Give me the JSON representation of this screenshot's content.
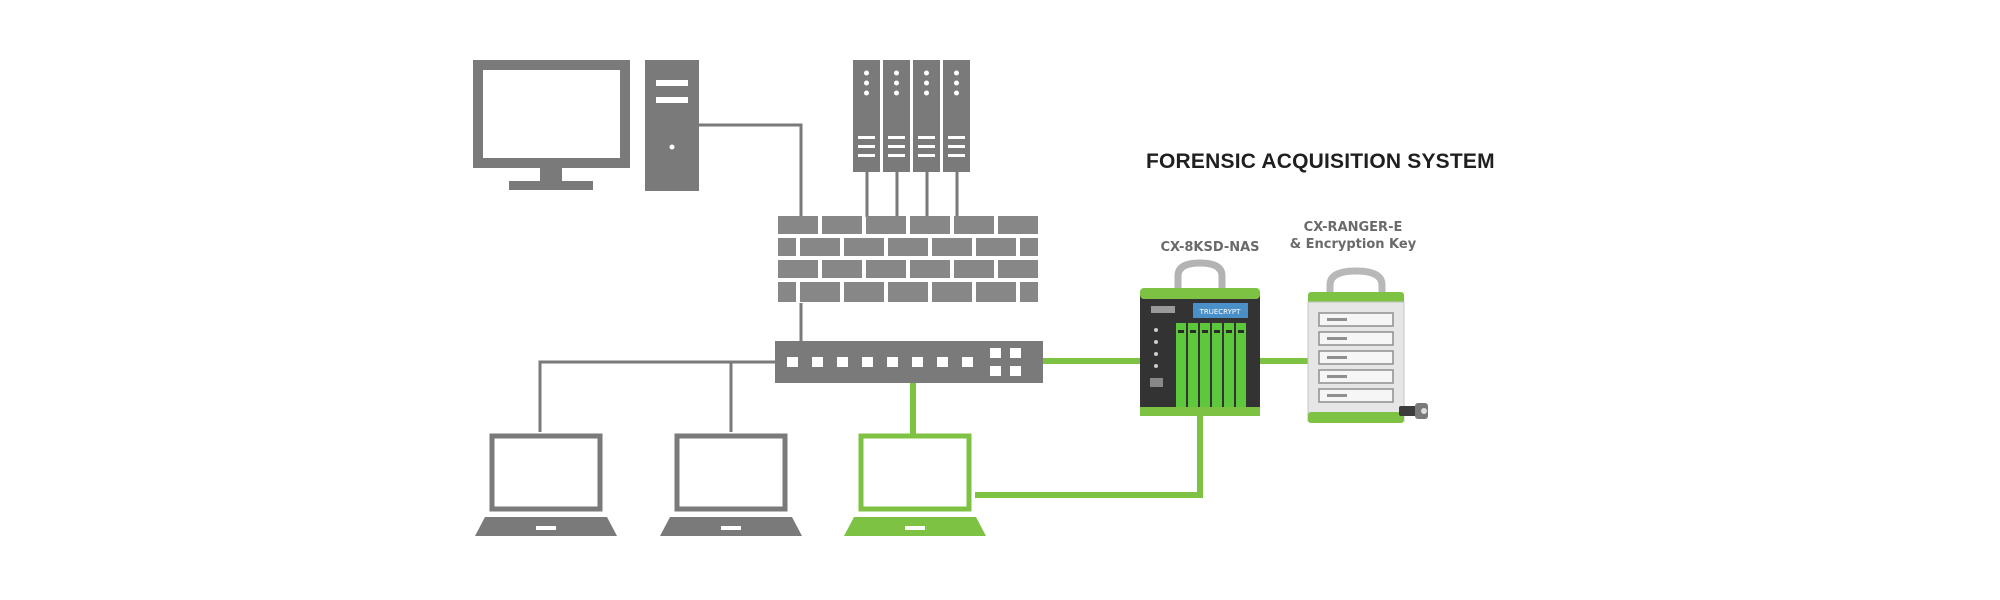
{
  "diagram": {
    "title": "FORENSIC ACQUISITION SYSTEM",
    "devices": {
      "nas": {
        "label": "CX-8KSD-NAS",
        "screen_text": "TRUECRYPT"
      },
      "ranger": {
        "label_line1": "CX-RANGER-E",
        "label_line2": "& Encryption Key"
      }
    },
    "colors": {
      "network_gray": "#7a7a7a",
      "wall_gray": "#878787",
      "accent_green": "#7dc242",
      "nas_body": "#333333",
      "nas_drive": "#5ec83c"
    }
  }
}
